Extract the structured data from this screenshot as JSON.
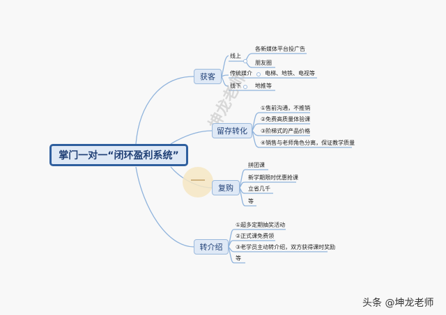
{
  "central": "掌门一对一“闭环盈利系统”",
  "branches": {
    "b1": "获客",
    "b2": "留存转化",
    "b3": "复购",
    "b4": "转介绍"
  },
  "sub": {
    "online": "线上",
    "traditional": "传统媒介",
    "offline": "线下"
  },
  "leaves": {
    "online_1": "各新媒体平台投广告",
    "online_2": "朋友圈",
    "traditional_1": "电梯、地铁、电视等",
    "offline_1": "地推等",
    "retain_1": "①售前沟通，不推销",
    "retain_2": "②免费高质量体验课",
    "retain_3": "③阶梯式的产品价格",
    "retain_4": "④销售与老师角色分离，保证教学质量",
    "repurchase_1": "拼团课",
    "repurchase_2": "新学期限时优惠抢课",
    "repurchase_3": "立省几千",
    "repurchase_4": "等",
    "referral_1": "①超多定期抽奖活动",
    "referral_2": "②正式课免费领",
    "referral_3": "③老学员主动转介绍，双方获得课时奖励",
    "referral_4": "等"
  },
  "watermark": "坤龙老师",
  "footer": "头条 @坤龙老师",
  "colors": {
    "line": "#8fb3dc",
    "central_border": "#2f5f9e",
    "node_fill": "#dfe9f6"
  }
}
